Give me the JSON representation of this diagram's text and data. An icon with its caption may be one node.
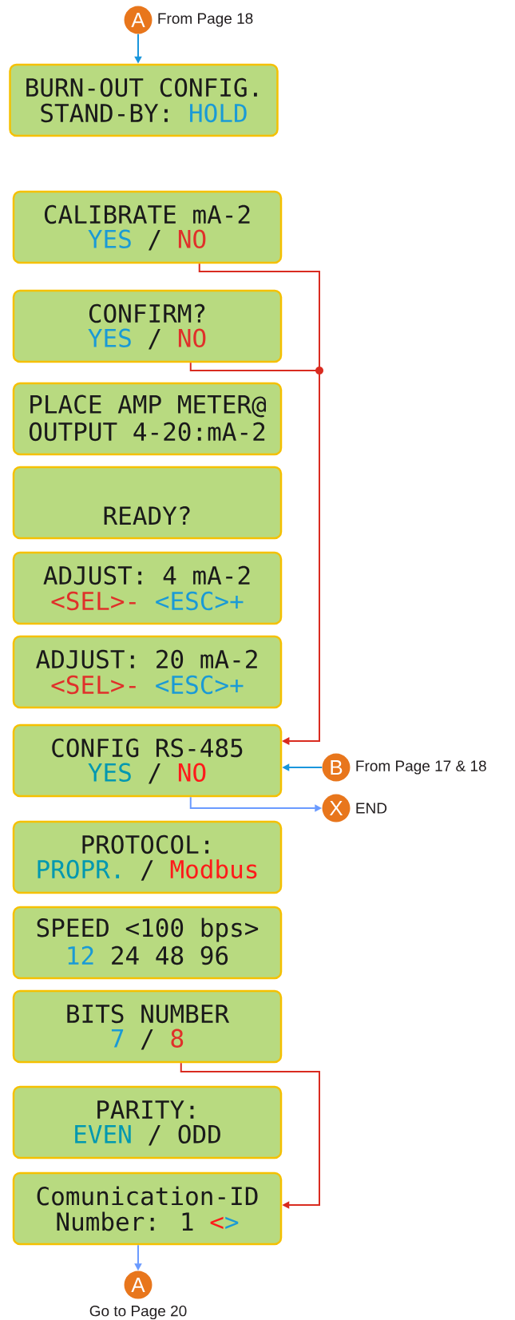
{
  "diagram": {
    "nodes": [
      {
        "text": [
          "A"
        ],
        "beside": [
          "From Page 18"
        ]
      },
      {
        "text": [
          "BURN-OUT CONFIG.",
          "STAND-BY:",
          "HOLD"
        ]
      },
      {
        "text": [
          "CALIBRATE mA-2",
          "YES",
          "/",
          "NO"
        ]
      },
      {
        "text": [
          "CONFIRM?",
          "YES",
          "/",
          "NO"
        ]
      },
      {
        "text": [
          "PLACE AMP METER@",
          "OUTPUT 4-20:mA-2"
        ]
      },
      {
        "text": [
          "READY?"
        ]
      },
      {
        "text": [
          "ADJUST: 4 mA-2",
          "<SEL>-",
          "<ESC>+"
        ]
      },
      {
        "text": [
          "ADJUST: 20 mA-2",
          "<SEL>-",
          "<ESC>+"
        ]
      },
      {
        "text": [
          "CONFIG RS-485",
          "YES",
          "/",
          "NO"
        ]
      },
      {
        "text": [
          "PROTOCOL:",
          "PROPR.",
          "/",
          "Modbus"
        ]
      },
      {
        "text": [
          "SPEED <100 bps>",
          "12",
          "24 48 96"
        ]
      },
      {
        "text": [
          "BITS NUMBER",
          "7",
          "/",
          "8"
        ]
      },
      {
        "text": [
          "PARITY:",
          "EVEN",
          "/ ODD"
        ]
      },
      {
        "text": [
          "Comunication-ID",
          "Number: 1",
          "<",
          ">"
        ]
      },
      {
        "text": [
          "B"
        ],
        "beside": [
          "From Page 17 & 18"
        ]
      },
      {
        "text": [
          "X"
        ],
        "beside": [
          "END"
        ]
      },
      {
        "text": [
          "A"
        ],
        "beside": [
          "Go to Page 20"
        ]
      }
    ],
    "edges": [
      {
        "from": 0,
        "to": 1,
        "arrow": "to",
        "color": "#1a96dc"
      },
      {
        "from": 2,
        "to": 8,
        "arrow": "to",
        "color": "#d92b20"
      },
      {
        "from": 3,
        "to": 8,
        "arrow": "to",
        "color": "#d92b20"
      },
      {
        "from": 14,
        "to": 8,
        "arrow": "to",
        "color": "#1a96dc"
      },
      {
        "from": 8,
        "to": 15,
        "arrow": "to",
        "color": "#6b9bff"
      },
      {
        "from": 11,
        "to": 13,
        "arrow": "to",
        "color": "#d92b20"
      },
      {
        "from": 13,
        "to": 16,
        "arrow": "to",
        "color": "#6b9bff"
      }
    ]
  }
}
